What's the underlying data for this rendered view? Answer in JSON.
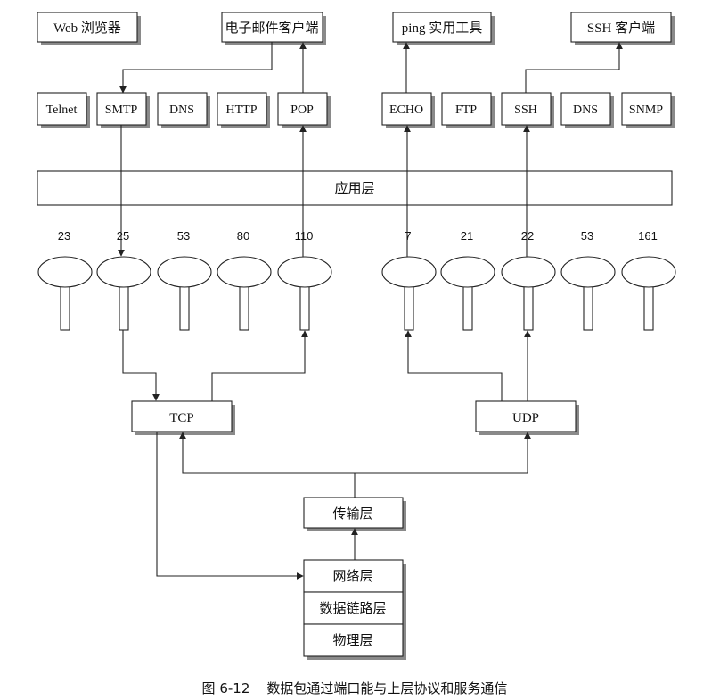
{
  "clients": {
    "web_browser": "Web 浏览器",
    "email_client": "电子邮件客户端",
    "ping_tool": "ping 实用工具",
    "ssh_client": "SSH 客户端"
  },
  "protocols": {
    "telnet": "Telnet",
    "smtp": "SMTP",
    "dns_tcp": "DNS",
    "http": "HTTP",
    "pop": "POP",
    "echo": "ECHO",
    "ftp": "FTP",
    "ssh": "SSH",
    "dns_udp": "DNS",
    "snmp": "SNMP"
  },
  "application_layer": "应用层",
  "ports": {
    "telnet": "23",
    "smtp": "25",
    "dns_tcp": "53",
    "http": "80",
    "pop": "110",
    "echo": "7",
    "ftp": "21",
    "ssh": "22",
    "dns_udp": "53",
    "snmp": "161"
  },
  "transport_protocols": {
    "tcp": "TCP",
    "udp": "UDP"
  },
  "layers": {
    "transport": "传输层",
    "network": "网络层",
    "data_link": "数据链路层",
    "physical": "物理层"
  },
  "caption": "图 6-12    数据包通过端口能与上层协议和服务通信"
}
